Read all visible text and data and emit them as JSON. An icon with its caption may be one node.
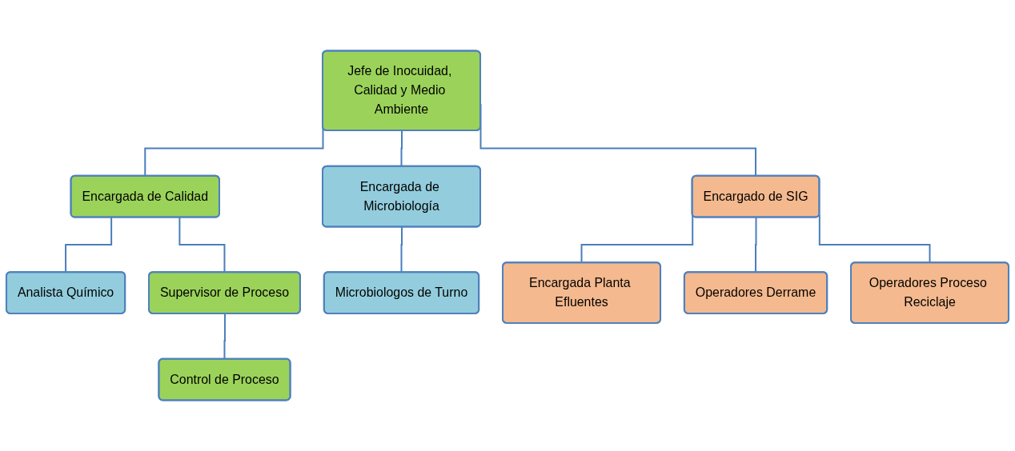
{
  "diagram": {
    "nodes": [
      {
        "text": [
          "Jefe de Inocuidad, Calidad y Medio Ambiente"
        ]
      },
      {
        "text": [
          "Encargada de Calidad"
        ]
      },
      {
        "text": [
          "Encargada de Microbiología"
        ]
      },
      {
        "text": [
          "Encargado de SIG"
        ]
      },
      {
        "text": [
          "Analista Químico"
        ]
      },
      {
        "text": [
          "Supervisor de Proceso"
        ]
      },
      {
        "text": [
          "Control de Proceso"
        ]
      },
      {
        "text": [
          "Microbiologos de Turno"
        ]
      },
      {
        "text": [
          "Encargada Planta Efluentes"
        ]
      },
      {
        "text": [
          "Operadores Derrame"
        ]
      },
      {
        "text": [
          "Operadores Proceso Reciclaje"
        ]
      }
    ],
    "edges": [
      {
        "from": 0,
        "to": 1,
        "arrow": "none"
      },
      {
        "from": 0,
        "to": 2,
        "arrow": "none"
      },
      {
        "from": 0,
        "to": 3,
        "arrow": "none"
      },
      {
        "from": 1,
        "to": 4,
        "arrow": "none"
      },
      {
        "from": 1,
        "to": 5,
        "arrow": "none"
      },
      {
        "from": 5,
        "to": 6,
        "arrow": "none"
      },
      {
        "from": 2,
        "to": 7,
        "arrow": "none"
      },
      {
        "from": 3,
        "to": 8,
        "arrow": "none"
      },
      {
        "from": 3,
        "to": 9,
        "arrow": "none"
      },
      {
        "from": 3,
        "to": 10,
        "arrow": "none"
      }
    ]
  }
}
